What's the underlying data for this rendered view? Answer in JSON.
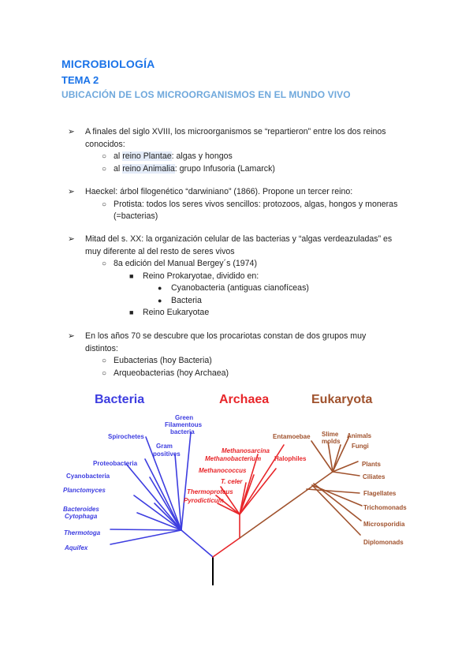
{
  "header": {
    "subject": "MICROBIOLOGÍA",
    "topic": "TEMA 2",
    "title": "UBICACIÓN DE LOS MICROORGANISMOS EN EL MUNDO VIVO"
  },
  "bullets": {
    "marker1": "➢",
    "marker2": "○",
    "marker3": "■",
    "marker4": "●",
    "b1": {
      "text": "A finales del siglo XVIII, los microorganismos se “repartieron” entre los dos reinos",
      "text2": "conocidos:",
      "s1_pre": "al ",
      "s1_hl": "reino Plantae",
      "s1_post": ": algas y hongos",
      "s2_pre": "al ",
      "s2_hl": "reino Animalia",
      "s2_post": ": grupo Infusoria (Lamarck)"
    },
    "b2": {
      "text": "Haeckel: árbol filogenético “darwiniano” (1866). Propone un tercer reino:",
      "s1": "Protista: todos los seres vivos sencillos: protozoos, algas, hongos y moneras",
      "s1b": "(=bacterias)"
    },
    "b3": {
      "text": "Mitad del s. XX: la organización celular de las bacterias y “algas verdeazuladas” es",
      "text2": "muy diferente al del resto de seres vivos",
      "s1": "8a edición del Manual Bergey´s (1974)",
      "ss1": "Reino Prokaryotae, dividido en:",
      "sss1": "Cyanobacteria (antiguas cianofíceas)",
      "sss2": "Bacteria",
      "ss2": "Reino Eukaryotae"
    },
    "b4": {
      "text": "En los años 70 se descubre que los procariotas constan de dos grupos muy",
      "text2": "distintos:",
      "s1": "Eubacterias (hoy Bacteria)",
      "s2": "Arqueobacterias (hoy Archaea)"
    }
  },
  "tree": {
    "colors": {
      "bacteria": "#3d3de0",
      "archaea": "#e8262a",
      "eukaryota": "#a0522d",
      "trunk": "#000000"
    },
    "domains": {
      "bacteria": "Bacteria",
      "archaea": "Archaea",
      "eukaryota": "Eukaryota"
    },
    "bacteria": {
      "green1": "Green",
      "green2": "Filamentous",
      "green3": "bacteria",
      "spirochetes": "Spirochetes",
      "gram1": "Gram",
      "gram2": "positives",
      "proteobacteria": "Proteobacteria",
      "cyanobacteria": "Cyanobacteria",
      "planctomyces": "Planctomyces",
      "bacteroides1": "Bacteroides",
      "bacteroides2": "Cytophaga",
      "thermotoga": "Thermotoga",
      "aquifex": "Aquifex"
    },
    "archaea": {
      "methanosarcina": "Methanosarcina",
      "methanobacterium": "Methanobacterium",
      "halophiles": "Halophiles",
      "methanococcus": "Methanococcus",
      "tceler": "T. celer",
      "thermoproteus": "Thermoproteus",
      "pyrodicticum": "Pyrodicticum"
    },
    "eukaryota": {
      "entamoebae": "Entamoebae",
      "slime1": "Slime",
      "slime2": "molds",
      "animals": "Animals",
      "fungi": "Fungi",
      "plants": "Plants",
      "ciliates": "Ciliates",
      "flagellates": "Flagellates",
      "trichomonads": "Trichomonads",
      "microsporidia": "Microsporidia",
      "diplomonads": "Diplomonads"
    }
  }
}
